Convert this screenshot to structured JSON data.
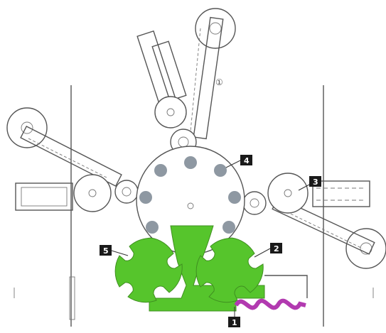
{
  "figure": {
    "colors": {
      "starwheel_green": "#56c52c",
      "auger_purple": "#b23ab0",
      "bottle_grey": "#8e98a2",
      "line": "#555555",
      "callout_bg": "#1a1a1a"
    },
    "callouts": [
      {
        "id": "1",
        "label": "1"
      },
      {
        "id": "2",
        "label": "2"
      },
      {
        "id": "3",
        "label": "3"
      },
      {
        "id": "4",
        "label": "4"
      },
      {
        "id": "5",
        "label": "5"
      }
    ],
    "top_mark": "①"
  }
}
